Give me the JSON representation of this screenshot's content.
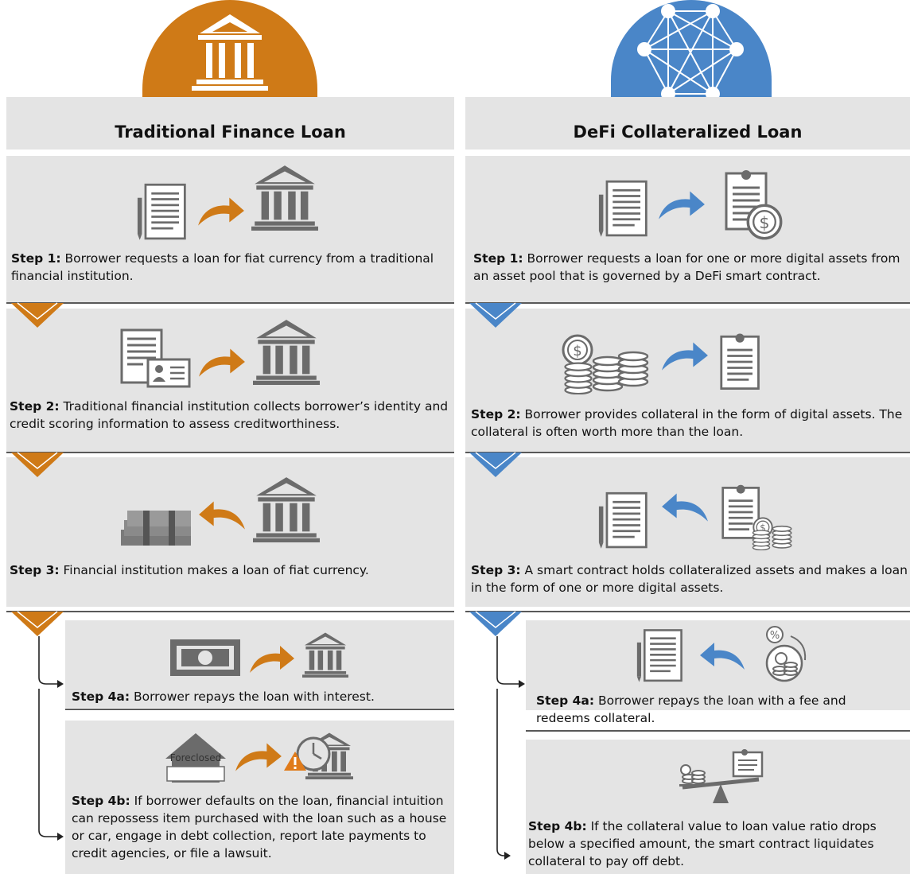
{
  "colors": {
    "traditional": "#cf7a17",
    "defi": "#4a86c8",
    "panel": "#e4e4e4",
    "icon": "#6b6b6b"
  },
  "traditional": {
    "title": "Traditional Finance Loan",
    "steps": [
      {
        "label": "Step 1:",
        "text": " Borrower requests a loan for fiat currency from a traditional financial institution."
      },
      {
        "label": "Step 2:",
        "text": " Traditional financial institution collects borrower’s identity and credit scoring information to assess creditworthiness."
      },
      {
        "label": "Step 3:",
        "text": " Financial institution makes a loan of fiat currency."
      },
      {
        "label": "Step 4a:",
        "text": " Borrower repays the loan with interest."
      },
      {
        "label": "Step 4b:",
        "text": " If borrower defaults on the loan, financial intuition can repossess item purchased with the loan such as a house or car, engage in debt collection, report late payments to credit agencies, or file a lawsuit."
      }
    ],
    "foreclosed_label": "Foreclosed"
  },
  "defi": {
    "title": "DeFi Collateralized Loan",
    "steps": [
      {
        "label": "Step 1:",
        "text": " Borrower requests a loan for one or more digital assets from an asset pool that is governed by a DeFi smart contract."
      },
      {
        "label": "Step 2:",
        "text": " Borrower provides collateral in the form of digital assets. The collateral is often worth more than the loan."
      },
      {
        "label": "Step 3:",
        "text": " A smart contract holds collateralized assets and makes a loan in the form of one or more digital assets."
      },
      {
        "label": "Step 4a:",
        "text": " Borrower repays the loan with a fee and redeems collateral."
      },
      {
        "label": "Step 4b:",
        "text": " If the collateral value to loan value ratio drops below a specified amount, the smart contract liquidates collateral to pay off debt."
      }
    ],
    "dollar_sign": "$",
    "percent_sign": "%"
  }
}
